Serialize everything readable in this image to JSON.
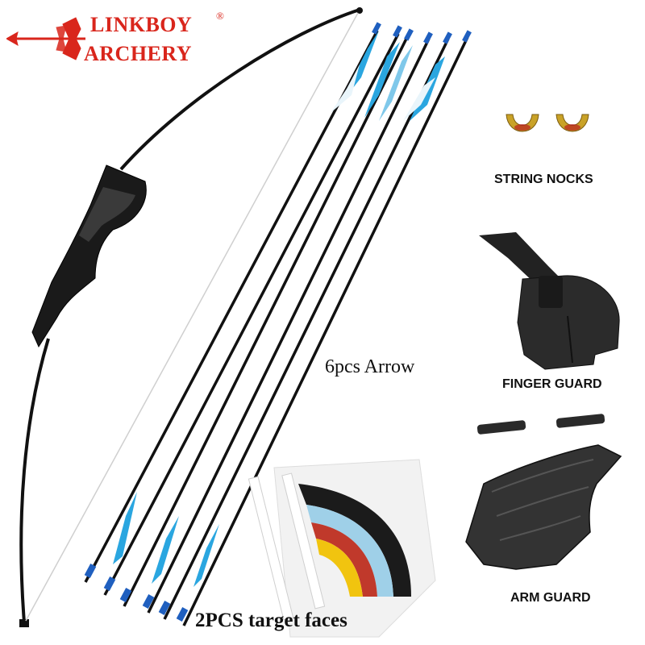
{
  "brand": {
    "line1": "LINKBOY",
    "line2": "ARCHERY",
    "registered": "®",
    "color": "#d9261c"
  },
  "labels": {
    "string_nocks": "STRING NOCKS",
    "finger_guard": "FINGER GUARD",
    "arm_guard": "ARM GUARD",
    "arrows": "6pcs Arrow",
    "target_faces": "2PCS target  faces"
  },
  "colors": {
    "fletching": "#2aa6e0",
    "bow": "#111111",
    "nock_gold": "#c9a227",
    "guard_leather": "#2b2b2b"
  }
}
